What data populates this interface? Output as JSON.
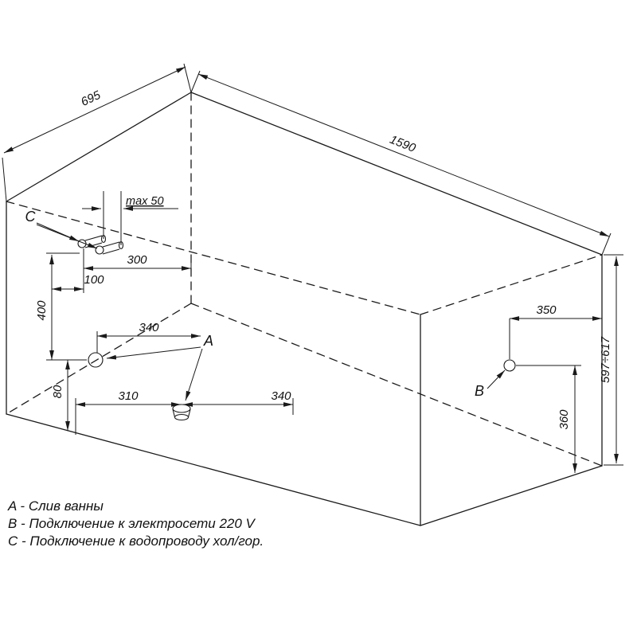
{
  "dims": {
    "width": "695",
    "length": "1590",
    "pipe_gap_max": "max 50",
    "pipe_wall_offset": "100",
    "pipe_corner_offset": "300",
    "faucet_height": "400",
    "overflow_offset": "340",
    "overflow_height": "80",
    "drain_offset_left": "310",
    "drain_offset_right": "340",
    "socket_offset": "350",
    "socket_height": "360",
    "total_height": "597÷617"
  },
  "markers": {
    "a": "A",
    "b": "B",
    "c": "C"
  },
  "legend": {
    "a": "A - Слив ванны",
    "b": "B - Подключение к электросети 220 V",
    "c": "C - Подключение к водопроводу хол/гор."
  }
}
